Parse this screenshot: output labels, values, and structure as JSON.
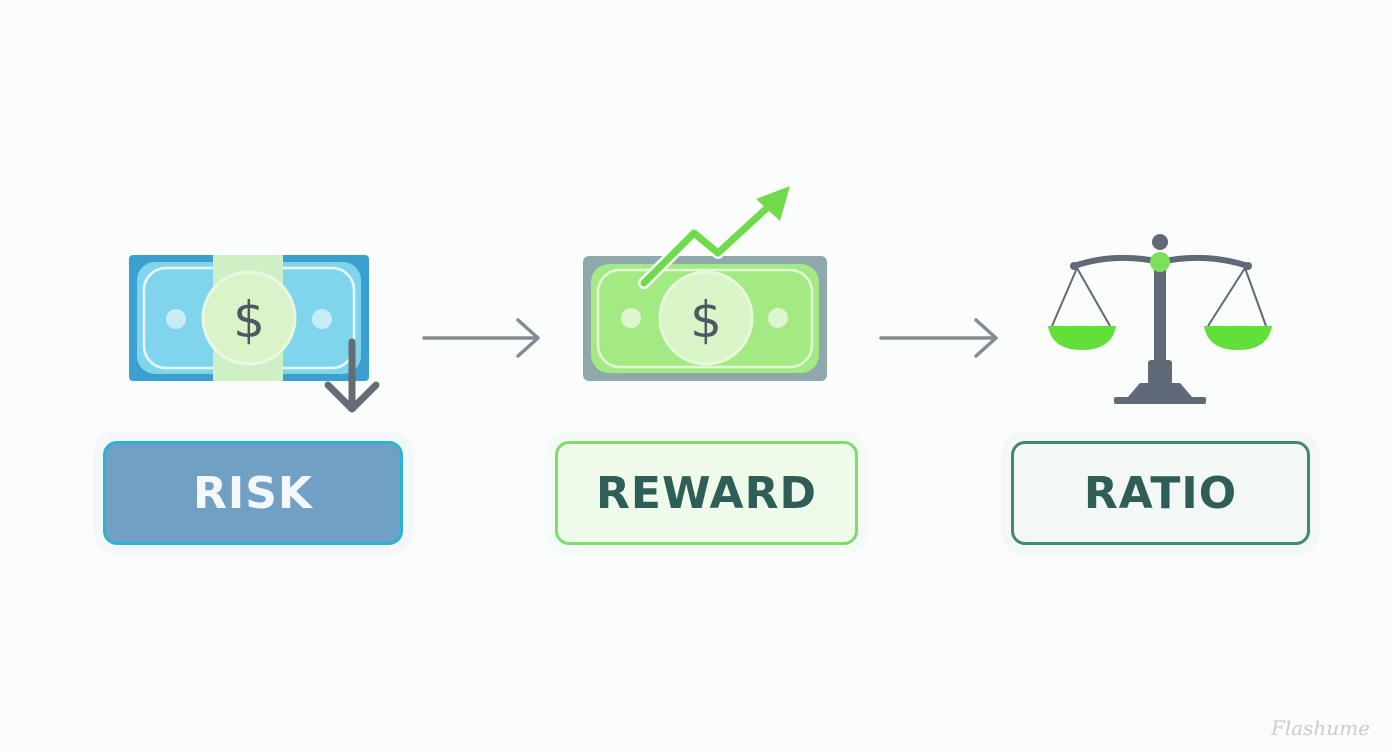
{
  "steps": [
    {
      "label": "RISK",
      "icon": "money-down-icon"
    },
    {
      "label": "REWARD",
      "icon": "money-up-icon"
    },
    {
      "label": "RATIO",
      "icon": "balance-scale-icon"
    }
  ],
  "currency_symbol": "$",
  "connectors": [
    "arrow-right-icon",
    "arrow-right-icon"
  ],
  "watermark": "Flashume",
  "colors": {
    "risk_fill": "#70a0c4",
    "risk_border": "#2bb3d2",
    "reward_fill": "#eefbea",
    "reward_border": "#7fdc6a",
    "ratio_fill": "#f3f8f6",
    "ratio_border": "#3f8a68",
    "arrow": "#858b94",
    "green_accent": "#6ee04a"
  }
}
